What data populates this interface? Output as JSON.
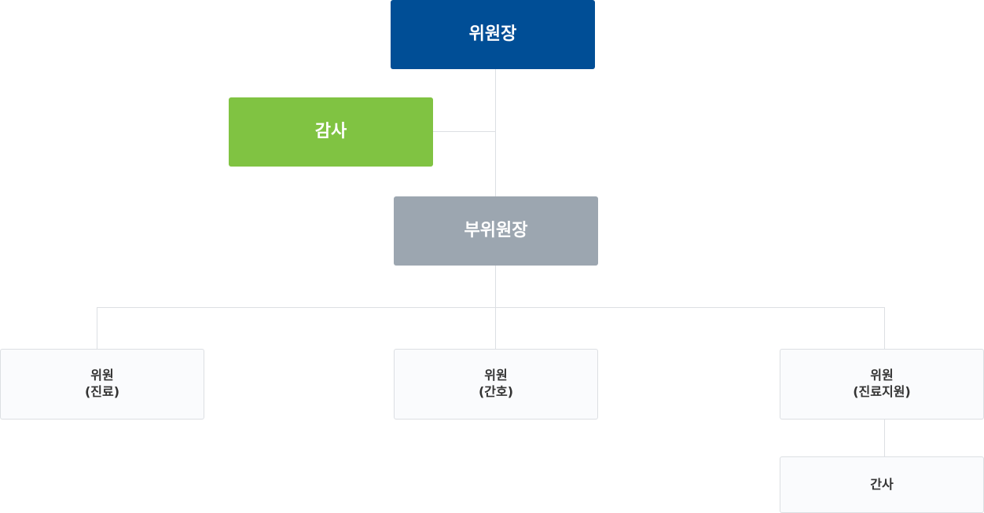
{
  "org_chart": {
    "chair": {
      "label": "위원장",
      "color": "#004e96"
    },
    "auditor": {
      "label": "감사",
      "color": "#80c342"
    },
    "vice_chair": {
      "label": "부위원장",
      "color": "#9ca6b0"
    },
    "members": [
      {
        "line1": "위원",
        "line2": "(진료)"
      },
      {
        "line1": "위원",
        "line2": "(간호)"
      },
      {
        "line1": "위원",
        "line2": "(진료지원)"
      }
    ],
    "secretary": {
      "label": "간사"
    }
  }
}
